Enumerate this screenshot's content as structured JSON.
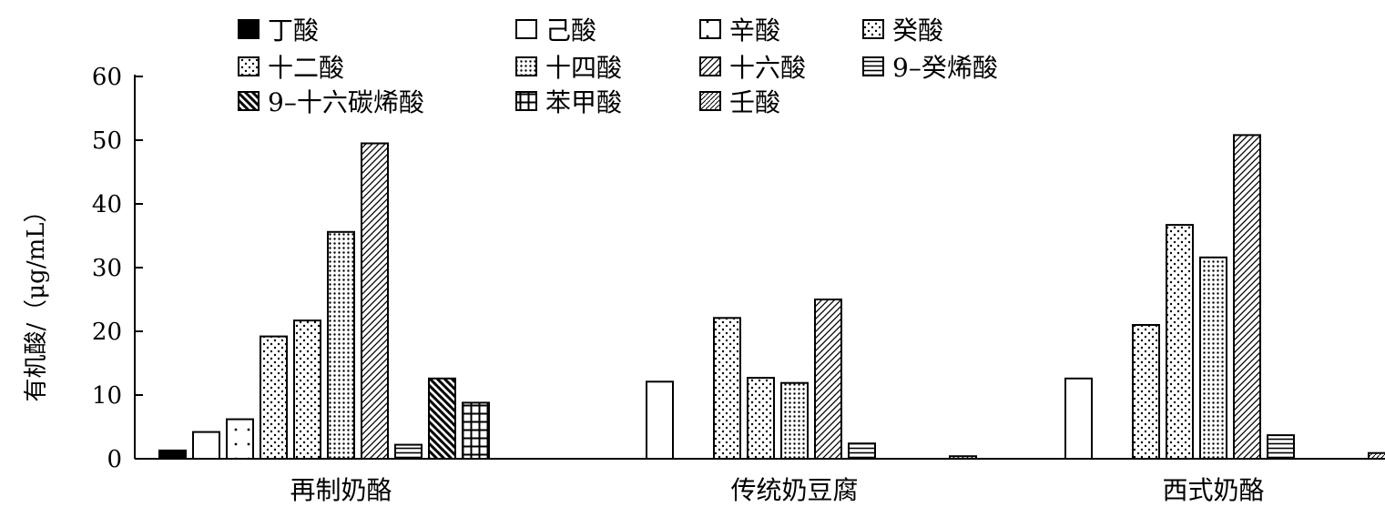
{
  "chart_data": {
    "type": "bar",
    "categories": [
      "再制奶酪",
      "传统奶豆腐",
      "西式奶酪"
    ],
    "ylabel": "有机酸/（μg/mL）",
    "ylim": [
      0,
      60
    ],
    "yticks": [
      0,
      10,
      20,
      30,
      40,
      50,
      60
    ],
    "grid": false,
    "legend_position": "top",
    "series": [
      {
        "name": "丁酸",
        "values": [
          1.3,
          0,
          0
        ],
        "pattern": "solid"
      },
      {
        "name": "己酸",
        "values": [
          4.2,
          12.1,
          12.6
        ],
        "pattern": "none"
      },
      {
        "name": "辛酸",
        "values": [
          6.2,
          0,
          0
        ],
        "pattern": "sparse-dots"
      },
      {
        "name": "癸酸",
        "values": [
          19.2,
          22.1,
          21.0
        ],
        "pattern": "dots"
      },
      {
        "name": "十二酸",
        "values": [
          21.7,
          12.7,
          36.7
        ],
        "pattern": "dots"
      },
      {
        "name": "十四酸",
        "values": [
          35.6,
          11.9,
          31.6
        ],
        "pattern": "dense-dots"
      },
      {
        "name": "十六酸",
        "values": [
          49.5,
          25.0,
          50.8
        ],
        "pattern": "diagonal"
      },
      {
        "name": "9–癸烯酸",
        "values": [
          2.2,
          2.4,
          3.7
        ],
        "pattern": "horizontal"
      },
      {
        "name": "9–十六碳烯酸",
        "values": [
          12.6,
          0,
          0
        ],
        "pattern": "thick-diagonal"
      },
      {
        "name": "苯甲酸",
        "values": [
          8.8,
          0,
          0
        ],
        "pattern": "grid"
      },
      {
        "name": "壬酸",
        "values": [
          0,
          0.4,
          0.9
        ],
        "pattern": "hatch"
      }
    ]
  }
}
